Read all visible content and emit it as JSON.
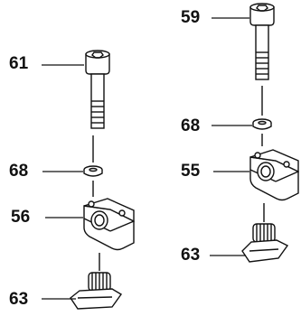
{
  "labels": {
    "l59": "59",
    "l61": "61",
    "l68_left": "68",
    "l68_right": "68",
    "l55": "55",
    "l56": "56",
    "l63_left": "63",
    "l63_right": "63"
  }
}
